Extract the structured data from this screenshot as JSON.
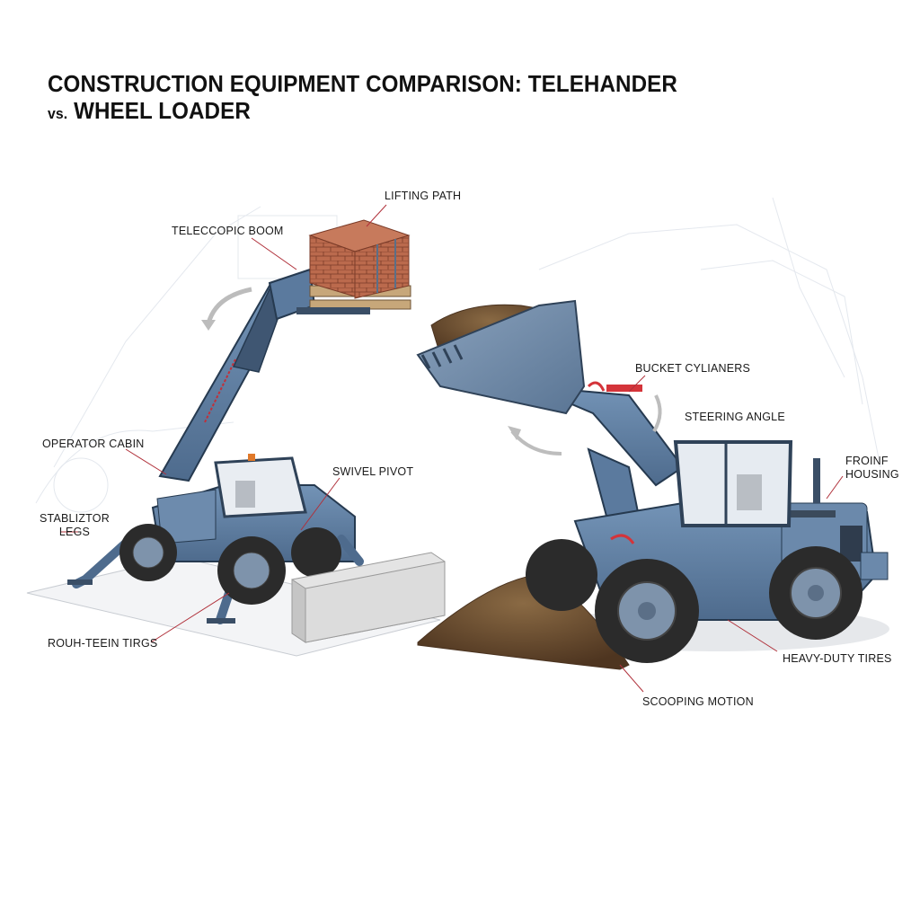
{
  "title": {
    "line1": "CONSTRUCTION EQUIPMENT COMPARISON: TELEHANDER",
    "vs": "vs.",
    "line2": "WHEEL LOADER"
  },
  "telehandler": {
    "labels": {
      "lifting_path": "LIFTING PATH",
      "telescopic_boom": "TELECCOPIC BOOM",
      "operator_cabin": "OPERATOR CABIN",
      "stabilizer_legs_line1": "STABLIZTOR",
      "stabilizer_legs_line2": "LEGS",
      "swivel_pivot": "SWIVEL PIVOT",
      "rough_terrain_tires": "ROUH-TEEIN TIRGS"
    }
  },
  "wheel_loader": {
    "labels": {
      "bucket_cylinders": "BUCKET CYLIANERS",
      "steering_angle": "STEERING ANGLE",
      "front_housing_line1": "FROINF",
      "front_housing_line2": "HOUSING",
      "heavy_duty_tires": "HEAVY-DUTY TIRES",
      "scooping_motion": "SCOOPING MOTION"
    }
  },
  "colors": {
    "machine_body": "#5b7a9e",
    "machine_dark": "#2f4258",
    "tire": "#2b2b2b",
    "leader_line": "#b0303a",
    "brick": "#b8654a",
    "dirt": "#6b4a2b",
    "barrier": "#d6d6d6"
  }
}
